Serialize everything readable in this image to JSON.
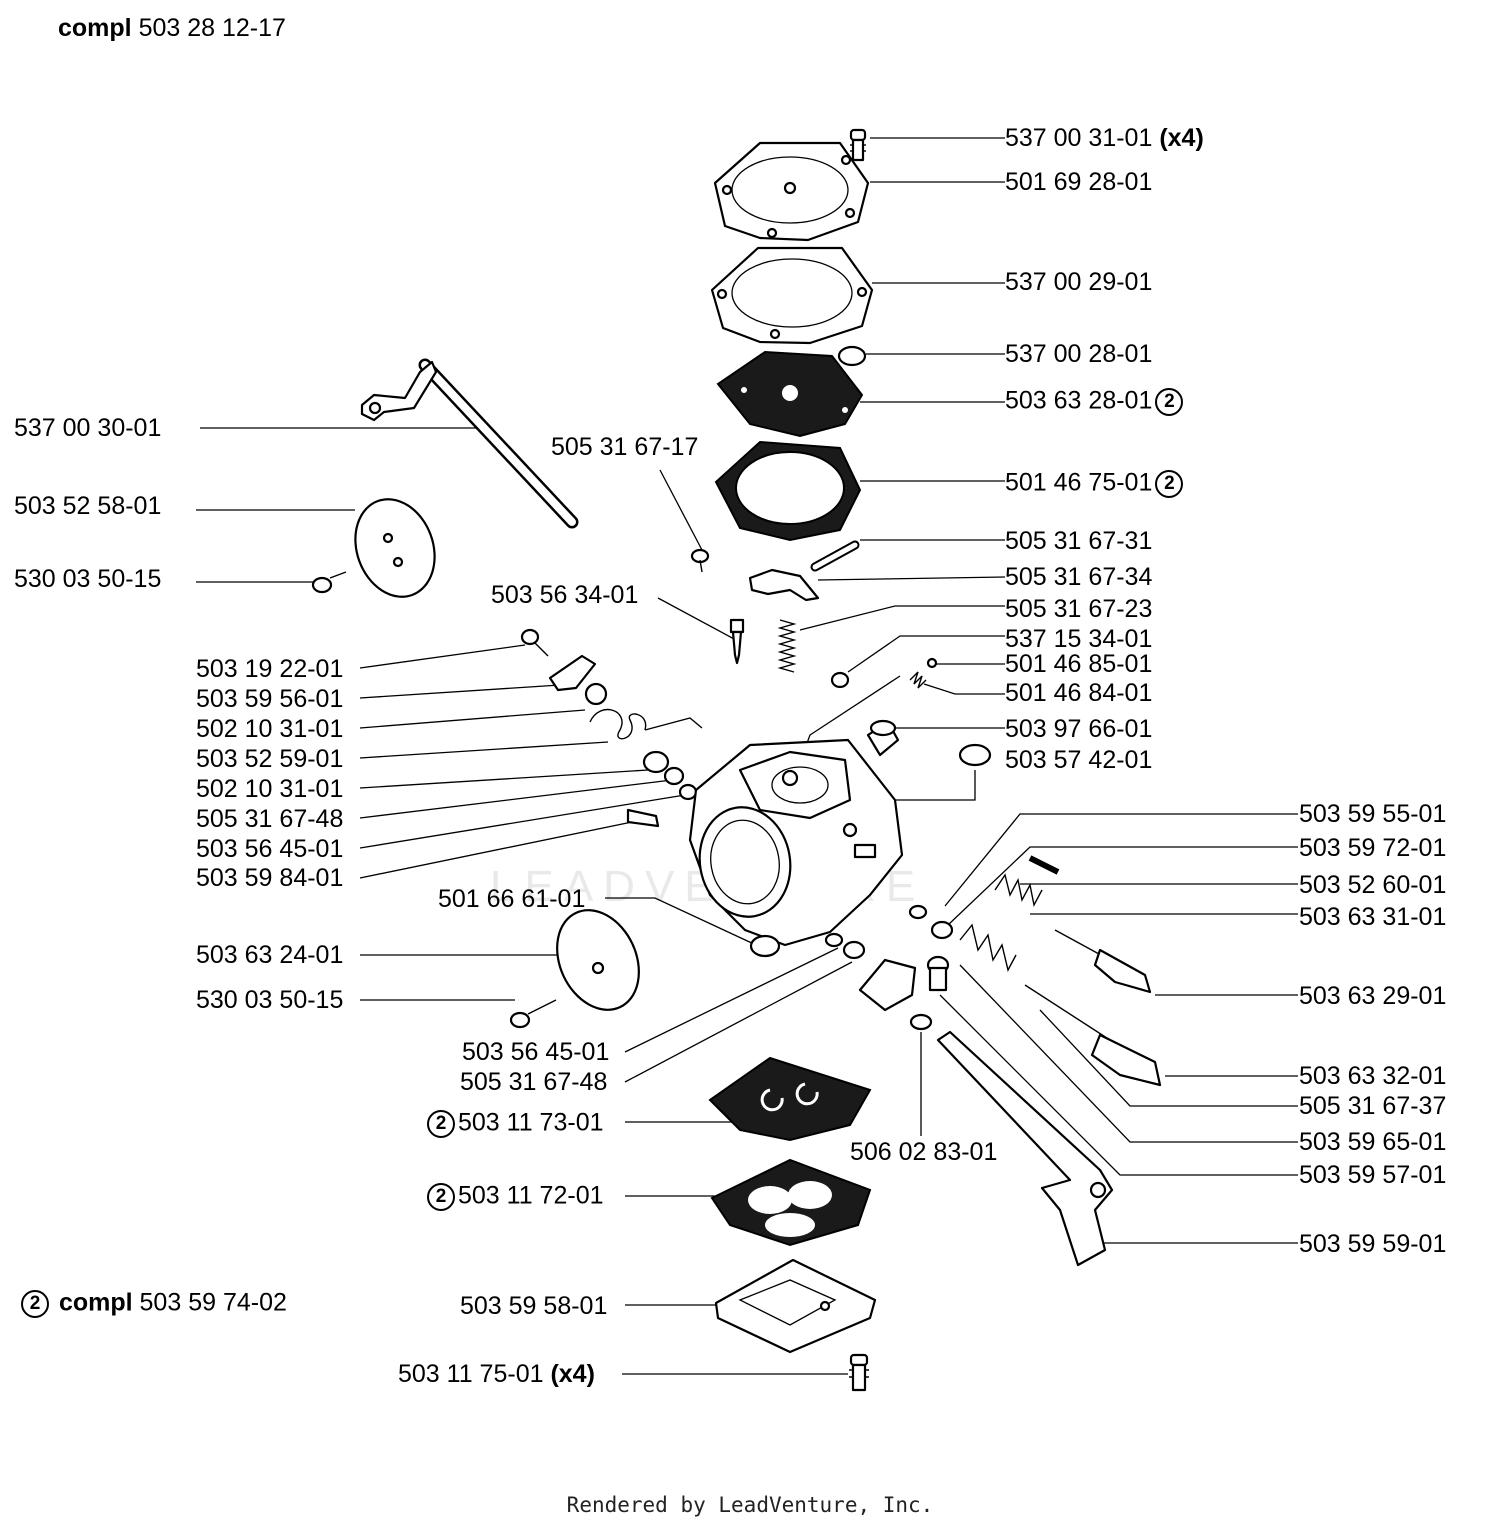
{
  "header": {
    "compl_word": "compl",
    "assembly_number": "503 28 12-17"
  },
  "kit": {
    "marker": "2",
    "compl_word": "compl",
    "kit_number": "503 59 74-02"
  },
  "watermark": "LEADVENTURE",
  "footer": {
    "rendered_by": "Rendered by LeadVenture, Inc."
  },
  "parts": {
    "p01": {
      "number": "537 00 31-01",
      "qty": "(x4)"
    },
    "p02": {
      "number": "501 69 28-01"
    },
    "p03": {
      "number": "537 00 29-01"
    },
    "p04": {
      "number": "537 00 28-01"
    },
    "p05": {
      "number": "503 63 28-01",
      "marker": "2"
    },
    "p06": {
      "number": "501 46 75-01",
      "marker": "2"
    },
    "p07": {
      "number": "505 31 67-31"
    },
    "p08": {
      "number": "505 31 67-34"
    },
    "p09": {
      "number": "505 31 67-23"
    },
    "p10": {
      "number": "537 15 34-01"
    },
    "p11": {
      "number": "501 46 85-01"
    },
    "p12": {
      "number": "501 46 84-01"
    },
    "p13": {
      "number": "503 97 66-01"
    },
    "p14": {
      "number": "503 57 42-01"
    },
    "p15": {
      "number": "505 31 67-17"
    },
    "p16": {
      "number": "503 56 34-01"
    },
    "p17": {
      "number": "537 00 30-01"
    },
    "p18": {
      "number": "503 52 58-01"
    },
    "p19": {
      "number": "530 03 50-15"
    },
    "p20": {
      "number": "503 19 22-01"
    },
    "p21": {
      "number": "503 59 56-01"
    },
    "p22": {
      "number": "502 10 31-01"
    },
    "p23": {
      "number": "503 52 59-01"
    },
    "p24": {
      "number": "502 10 31-01"
    },
    "p25": {
      "number": "505 31 67-48"
    },
    "p26": {
      "number": "503 56 45-01"
    },
    "p27": {
      "number": "503 59 84-01"
    },
    "p28": {
      "number": "501 66 61-01"
    },
    "p29": {
      "number": "503 63 24-01"
    },
    "p30": {
      "number": "530 03 50-15"
    },
    "p31": {
      "number": "503 56 45-01"
    },
    "p32": {
      "number": "505 31 67-48"
    },
    "p33": {
      "number": "503 11 73-01",
      "marker": "2"
    },
    "p34": {
      "number": "503 11 72-01",
      "marker": "2"
    },
    "p35": {
      "number": "503 59 58-01"
    },
    "p36": {
      "number": "503 11 75-01",
      "qty": "(x4)"
    },
    "p37": {
      "number": "506 02 83-01"
    },
    "p38": {
      "number": "503 59 55-01"
    },
    "p39": {
      "number": "503 59 72-01"
    },
    "p40": {
      "number": "503 52 60-01"
    },
    "p41": {
      "number": "503 63 31-01"
    },
    "p42": {
      "number": "503 63 29-01"
    },
    "p43": {
      "number": "503 63 32-01"
    },
    "p44": {
      "number": "505 31 67-37"
    },
    "p45": {
      "number": "503 59 65-01"
    },
    "p46": {
      "number": "503 59 57-01"
    },
    "p47": {
      "number": "503 59 59-01"
    }
  }
}
